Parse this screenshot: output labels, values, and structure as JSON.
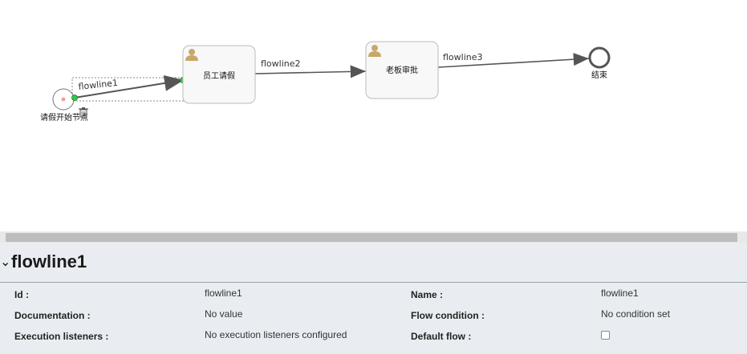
{
  "diagram": {
    "nodes": {
      "start": {
        "label": "请假开始节点"
      },
      "task1": {
        "label": "员工请假",
        "icon": "user-icon"
      },
      "task2": {
        "label": "老板审批",
        "icon": "user-icon"
      },
      "end": {
        "label": "结束"
      }
    },
    "flows": {
      "f1": {
        "label": "flowline1"
      },
      "f2": {
        "label": "flowline2"
      },
      "f3": {
        "label": "flowline3"
      }
    },
    "colors": {
      "accent": "#2ecc40",
      "start_dot": "#f4a09a",
      "task_icon": "#c9a76a"
    }
  },
  "properties": {
    "title": "flowline1",
    "rows": [
      {
        "label": "Id :",
        "value": "flowline1"
      },
      {
        "label": "Documentation :",
        "value": "No value"
      },
      {
        "label": "Execution listeners :",
        "value": "No execution listeners configured"
      }
    ],
    "rows_right": [
      {
        "label": "Name :",
        "value": "flowline1"
      },
      {
        "label": "Flow condition :",
        "value": "No condition set"
      },
      {
        "label": "Default flow :",
        "value": ""
      }
    ]
  }
}
